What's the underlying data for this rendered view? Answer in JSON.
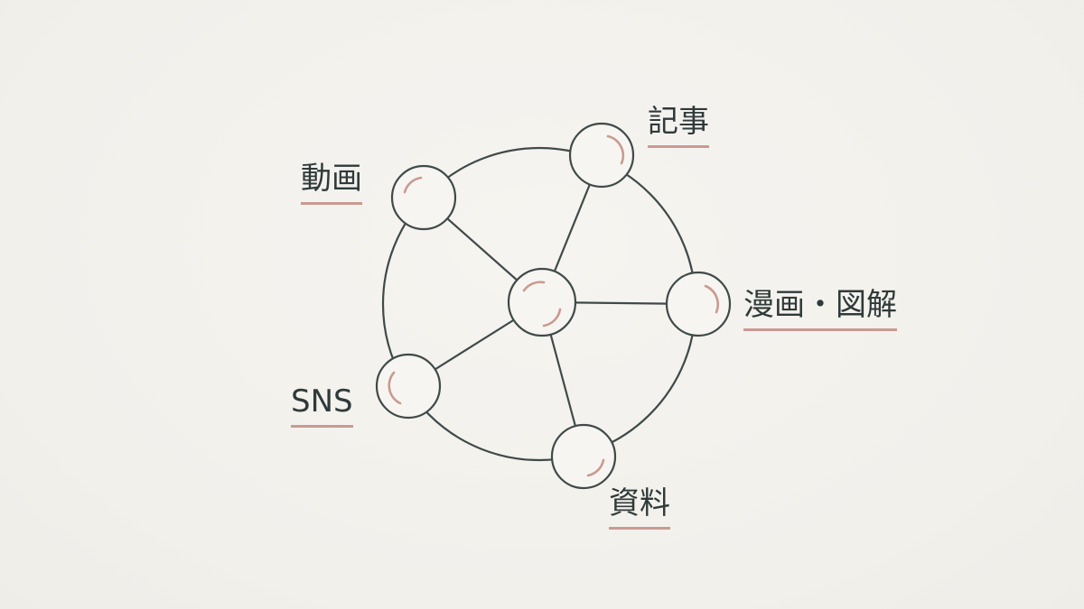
{
  "nodes": [
    {
      "id": "kiji",
      "label": "記事"
    },
    {
      "id": "douga",
      "label": "動画"
    },
    {
      "id": "manga",
      "label": "漫画・図解"
    },
    {
      "id": "sns",
      "label": "SNS"
    },
    {
      "id": "shiryou",
      "label": "資料"
    }
  ],
  "colors": {
    "line": "#3f4a4a",
    "node_fill": "#f7f5f1",
    "accent": "#c99a92",
    "text": "#2f3a3a"
  }
}
